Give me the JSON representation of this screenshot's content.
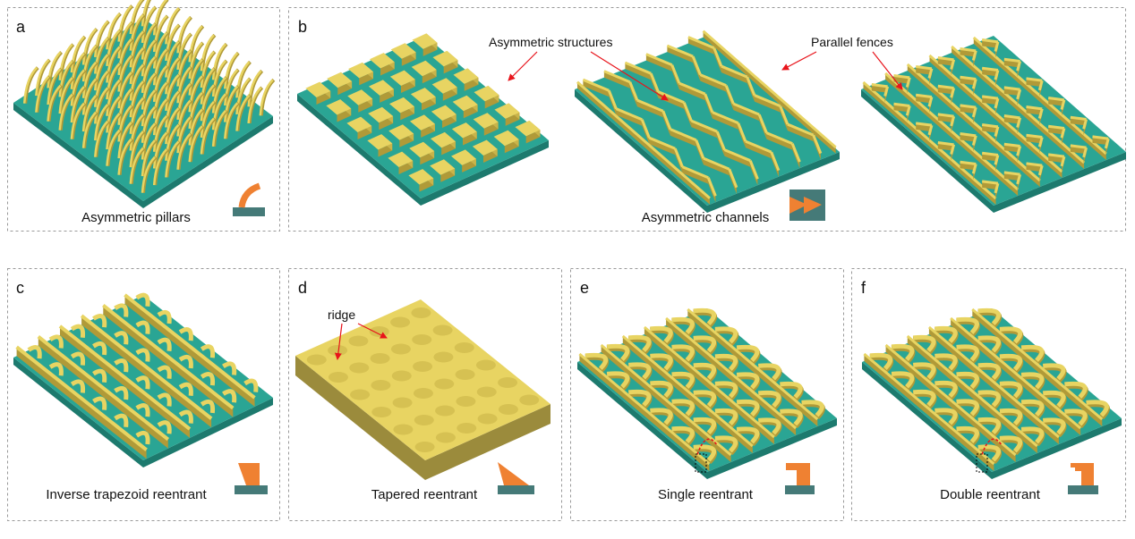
{
  "panels": {
    "a": {
      "letter": "a",
      "caption": "Asymmetric pillars"
    },
    "b": {
      "letter": "b",
      "caption": "Asymmetric channels"
    },
    "c": {
      "letter": "c",
      "caption": "Inverse trapezoid reentrant"
    },
    "d": {
      "letter": "d",
      "caption": "Tapered reentrant"
    },
    "e": {
      "letter": "e",
      "caption": "Single reentrant"
    },
    "f": {
      "letter": "f",
      "caption": "Double reentrant"
    }
  },
  "annotations": {
    "asymmetric_structures": "Asymmetric structures",
    "parallel_fences": "Parallel fences",
    "ridge": "ridge"
  },
  "icons": [
    "curved-pillar-icon",
    "double-arrow-channel-icon",
    "inverse-trapezoid-icon",
    "tapered-icon",
    "single-reentrant-icon",
    "double-reentrant-icon"
  ],
  "colors": {
    "substrate": "#2aa594",
    "substrate_side": "#1d7a6e",
    "structure": "#e8d462",
    "structure_dark": "#b09a38",
    "icon_orange": "#ef8132",
    "icon_base": "#457a78",
    "arrow": "#e8141b"
  }
}
